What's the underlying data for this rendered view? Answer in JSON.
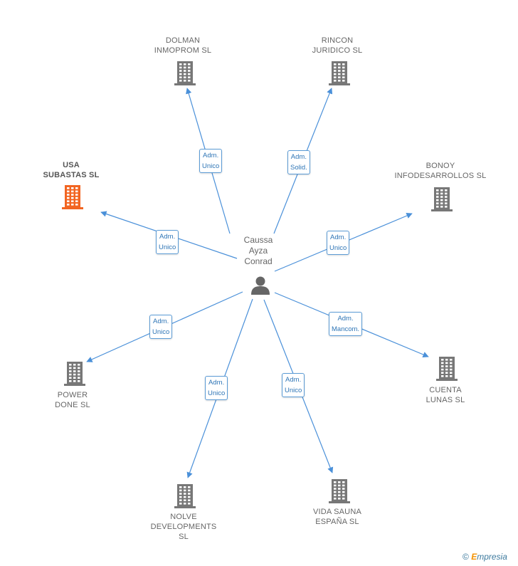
{
  "center_person": {
    "name": "Caussa\nAyza\nConrad",
    "icon": "person-icon"
  },
  "companies": [
    {
      "id": "dolman",
      "name": "DOLMAN\nINMOPROM SL",
      "role": "Adm.\nUnico",
      "icon": "building-icon",
      "highlight": false
    },
    {
      "id": "rincon",
      "name": "RINCON\nJURIDICO SL",
      "role": "Adm.\nSolid.",
      "icon": "building-icon",
      "highlight": false
    },
    {
      "id": "usa",
      "name": "USA\nSUBASTAS SL",
      "role": "Adm.\nUnico",
      "icon": "building-icon",
      "highlight": true
    },
    {
      "id": "bonoy",
      "name": "BONOY\nINFODESARROLLOS SL",
      "role": "Adm.\nUnico",
      "icon": "building-icon",
      "highlight": false
    },
    {
      "id": "power",
      "name": "POWER\nDONE SL",
      "role": "Adm.\nUnico",
      "icon": "building-icon",
      "highlight": false
    },
    {
      "id": "cuenta",
      "name": "CUENTA\nLUNAS SL",
      "role": "Adm.\nMancom.",
      "icon": "building-icon",
      "highlight": false
    },
    {
      "id": "nolve",
      "name": "NOLVE\nDEVELOPMENTS\nSL",
      "role": "Adm.\nUnico",
      "icon": "building-icon",
      "highlight": false
    },
    {
      "id": "vida",
      "name": "VIDA SAUNA\nESPAÑA SL",
      "role": "Adm.\nUnico",
      "icon": "building-icon",
      "highlight": false
    }
  ],
  "colors": {
    "edge": "#4a90d9",
    "building": "#777777",
    "highlight_building": "#f26522",
    "badge_text": "#2e75b6"
  },
  "footer": {
    "copyright": "©",
    "brand_e": "E",
    "brand_rest": "mpresia"
  }
}
